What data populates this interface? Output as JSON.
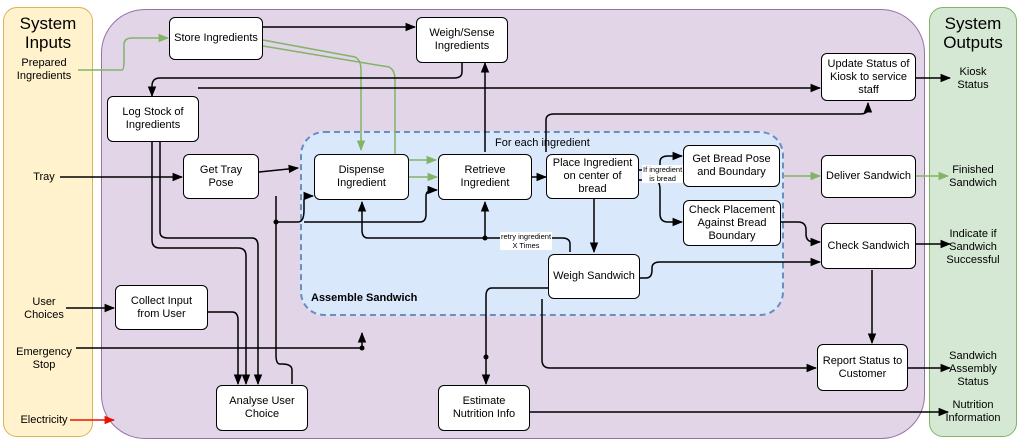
{
  "panels": {
    "inputs_title": "System\nInputs",
    "outputs_title": "System\nOutputs",
    "assemble_label": "Assemble Sandwich",
    "loop_label": "For each ingredient"
  },
  "inputs": {
    "prepared": "Prepared\nIngredients",
    "tray": "Tray",
    "user_choices": "User\nChoices",
    "emergency_stop": "Emergency\nStop",
    "electricity": "Electricity"
  },
  "outputs": {
    "kiosk_status": "Kiosk\nStatus",
    "finished_sandwich": "Finished\nSandwich",
    "indicate_success": "Indicate if\nSandwich\nSuccessful",
    "assembly_status": "Sandwich\nAssembly\nStatus",
    "nutrition_information": "Nutrition\nInformation"
  },
  "nodes": {
    "store": "Store Ingredients",
    "weigh_sense": "Weigh/Sense Ingredients",
    "log_stock": "Log Stock of Ingredients",
    "update_status": "Update Status of Kiosk to service staff",
    "get_tray": "Get Tray Pose",
    "dispense": "Dispense Ingredient",
    "retrieve": "Retrieve Ingredient",
    "place": "Place Ingredient on center of bread",
    "bread_pose": "Get Bread Pose and Boundary",
    "check_placement": "Check Placement Against Bread Boundary",
    "deliver": "Deliver Sandwich",
    "check_sandwich": "Check Sandwich",
    "weigh_sandwich": "Weigh Sandwich",
    "collect_input": "Collect Input from User",
    "analyse": "Analyse User Choice",
    "estimate": "Estimate Nutrition Info",
    "report": "Report Status to Customer"
  },
  "edge_labels": {
    "if_bread": "If ingredient\nis bread",
    "retry": "retry ingredient\nX Times"
  },
  "colors": {
    "inputs_fill": "#fff2cc",
    "outputs_fill": "#d5e8d4",
    "main_fill": "#e1d5e7",
    "assemble_fill": "#dae8fc",
    "assemble_border": "#6c8ebf",
    "arrow_black": "#000000",
    "arrow_green": "#82b366",
    "arrow_red": "#e51400"
  }
}
